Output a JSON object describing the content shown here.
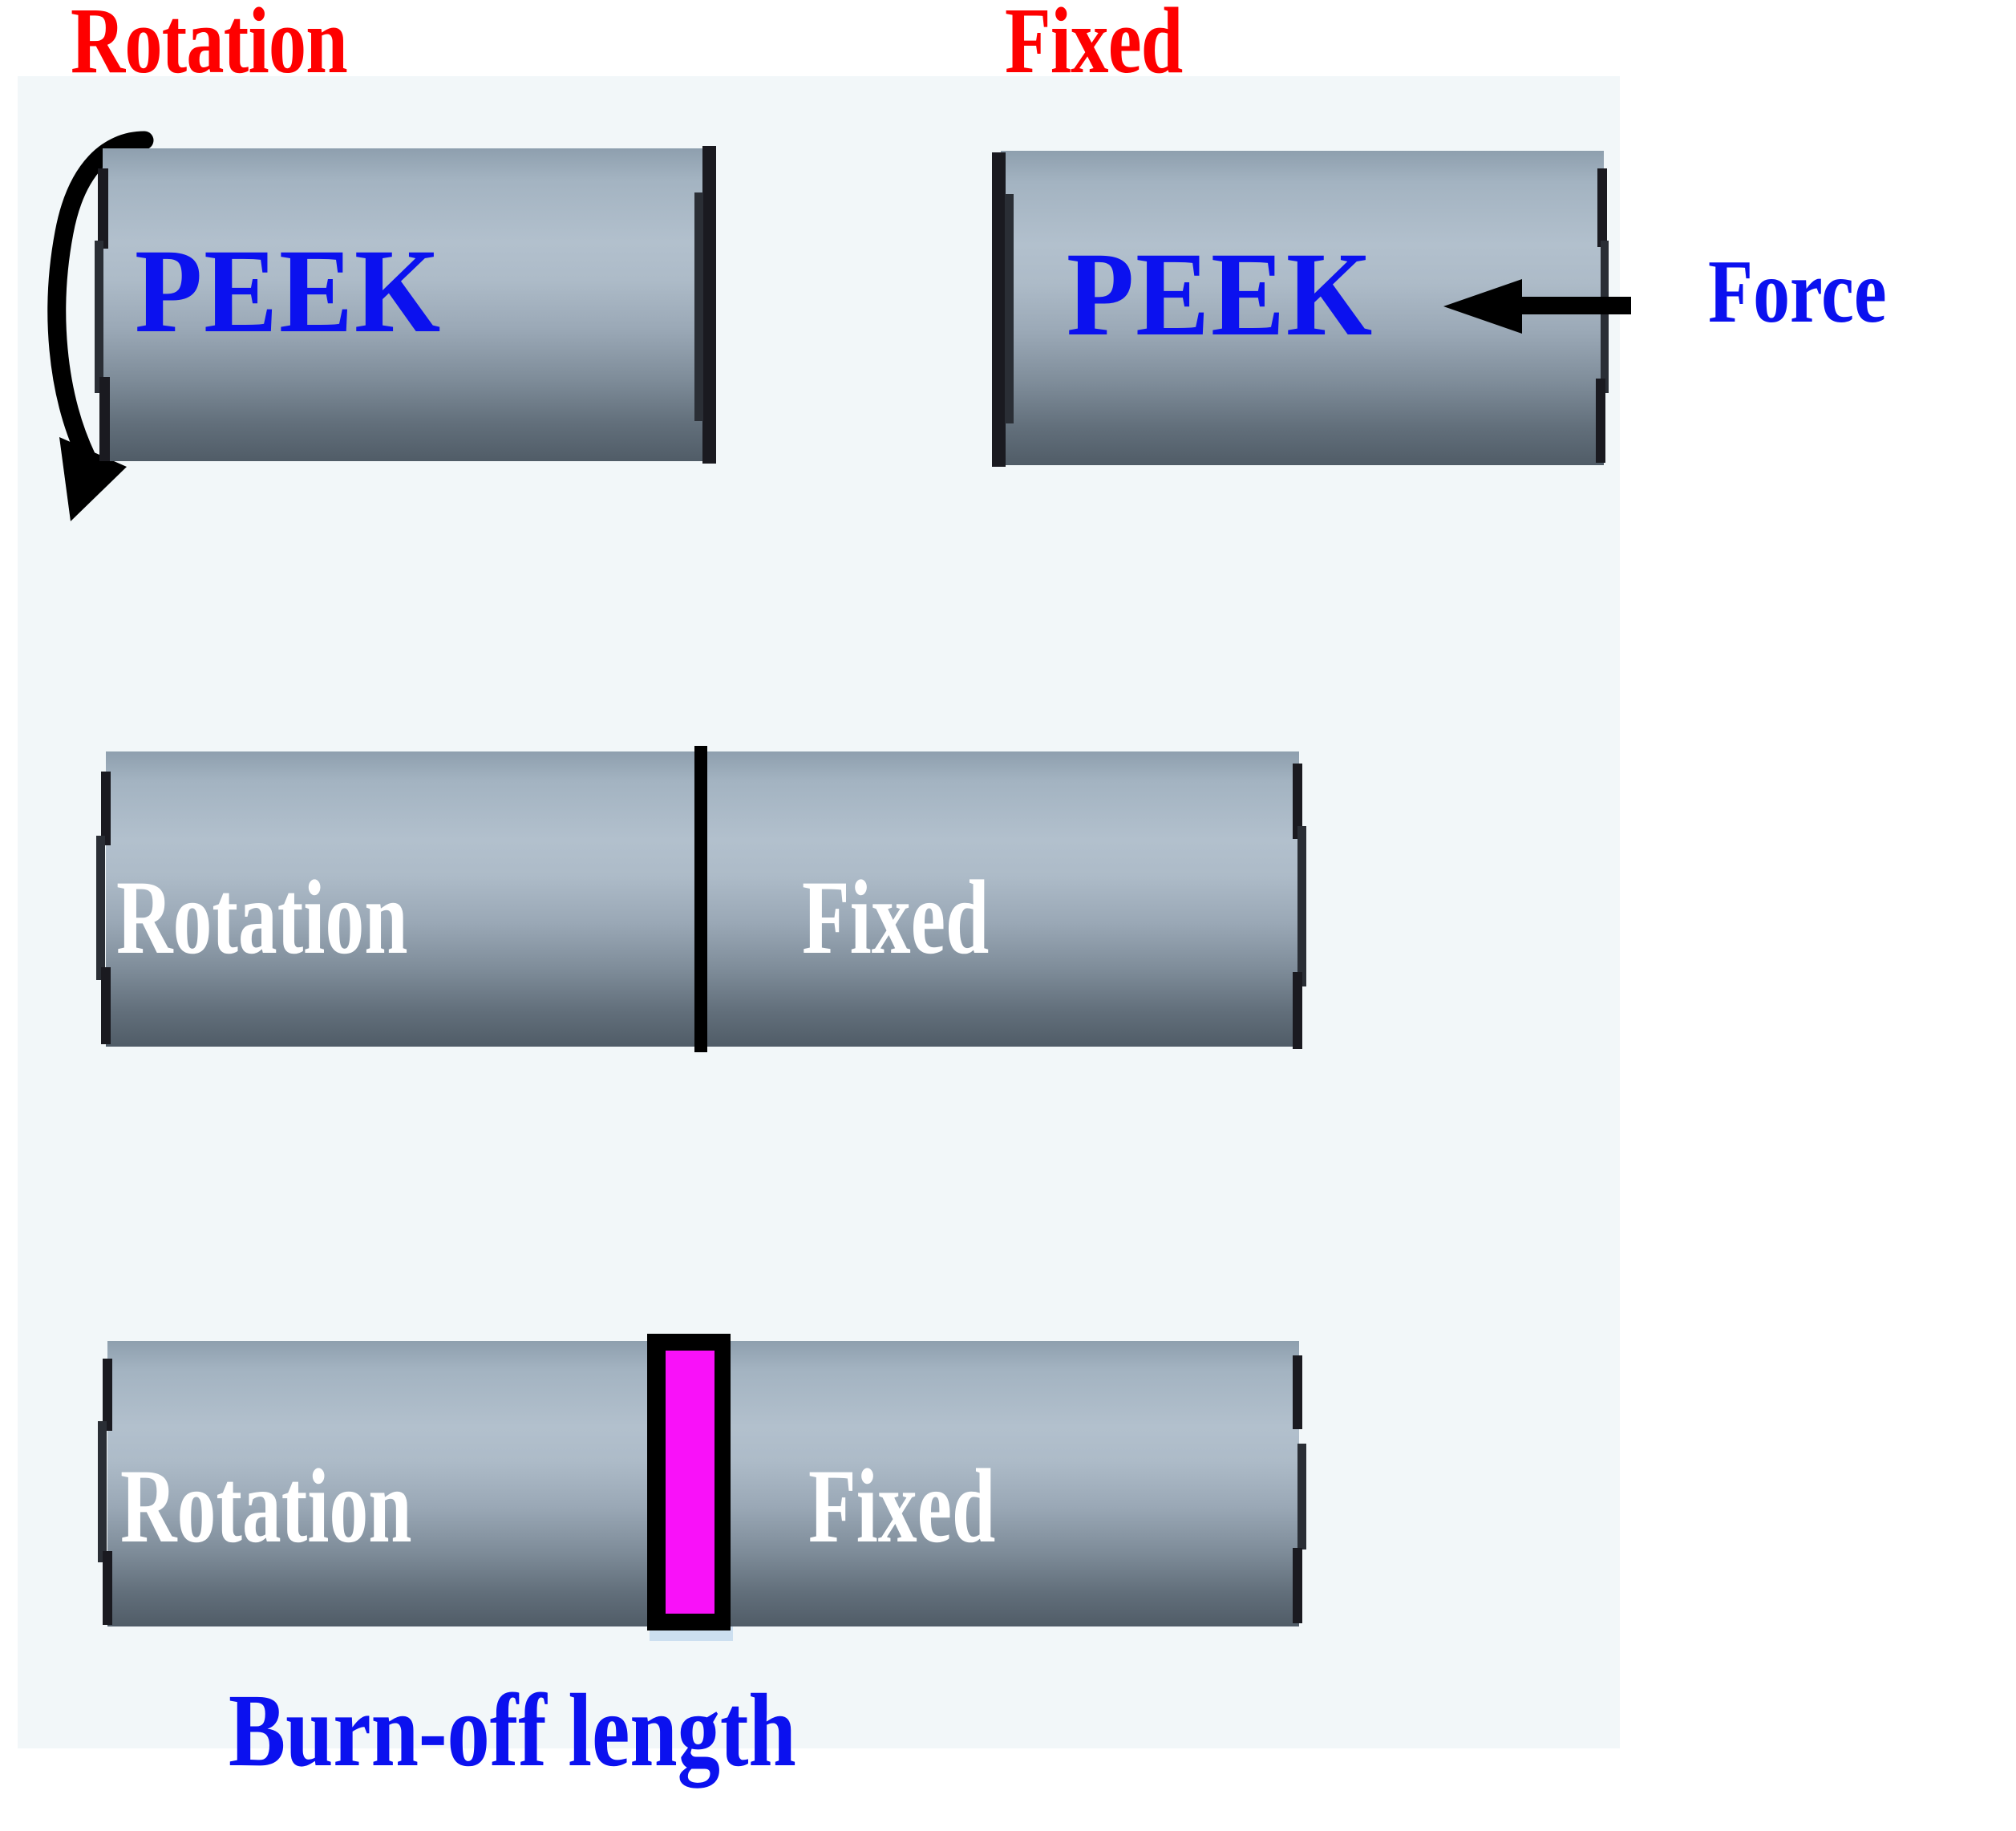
{
  "diagram": {
    "title_semantics": "rotary friction welding of PEEK cylinders",
    "background_panel_color": "#f2f7f9"
  },
  "colors": {
    "header_red": "#fe0000",
    "label_blue": "#0b11ef",
    "burn_off_magenta": "#f911f9",
    "joint_black": "#000000",
    "cylinder_light": "#b2c0cd",
    "cylinder_dark": "#505c67",
    "white_label": "#ffffff"
  },
  "step1": {
    "left_header": "Rotation",
    "right_header": "Fixed",
    "left_cylinder_label": "PEEK",
    "right_cylinder_label": "PEEK",
    "force_label": "Force",
    "rotation_arrow": "curved-counterclockwise-arrow",
    "force_arrow": "left-pointing-arrow"
  },
  "step2": {
    "left_label": "Rotation",
    "right_label": "Fixed",
    "joint": "weld-interface-line"
  },
  "step3": {
    "left_label": "Rotation",
    "right_label": "Fixed",
    "burn_off_caption": "Burn-off length",
    "burn_off_band": "magenta-upset-band"
  }
}
